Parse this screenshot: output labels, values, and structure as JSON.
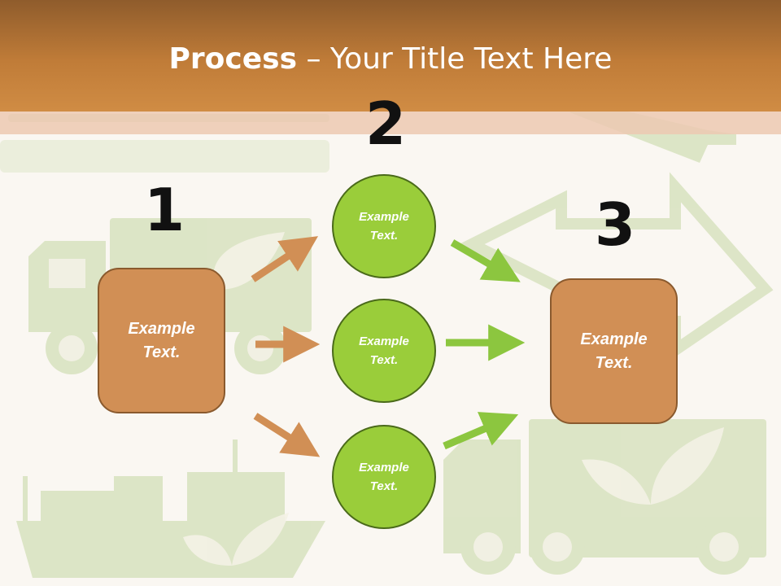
{
  "title": {
    "bold": "Process",
    "rest": " – Your Title Text Here"
  },
  "steps": {
    "n1": "1",
    "n2": "2",
    "n3": "3",
    "box1_line1": "Example",
    "box1_line2": "Text.",
    "box3_line1": "Example",
    "box3_line2": "Text.",
    "c1_line1": "Example",
    "c1_line2": "Text.",
    "c2_line1": "Example",
    "c2_line2": "Text.",
    "c3_line1": "Example",
    "c3_line2": "Text."
  },
  "colors": {
    "header": "#c07c38",
    "box": "#d18f55",
    "circle": "#9acd3a",
    "arrow_orange": "#d18f55",
    "arrow_green": "#8cc63f",
    "bg_art": "#c9d7a9"
  },
  "icons": [
    "truck-icon",
    "airplane-icon",
    "ship-icon",
    "leaf-icon",
    "big-arrow-icon"
  ]
}
